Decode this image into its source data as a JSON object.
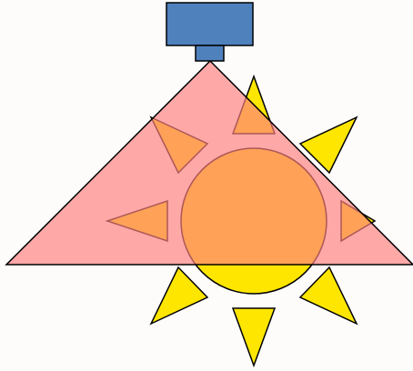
{
  "diagram": {
    "subject": "camera-projecting-light-cone-onto-sun",
    "colors": {
      "background": "#fdfcfb",
      "camera_fill": "#4f81bd",
      "camera_stroke": "#000000",
      "cone_fill": "#ff8080",
      "cone_opacity": 0.68,
      "sun_fill": "#ffe600",
      "sun_stroke": "#000000"
    },
    "icons": {
      "camera": "camera-icon",
      "sun": "sun-icon",
      "light_cone": "light-cone"
    }
  }
}
